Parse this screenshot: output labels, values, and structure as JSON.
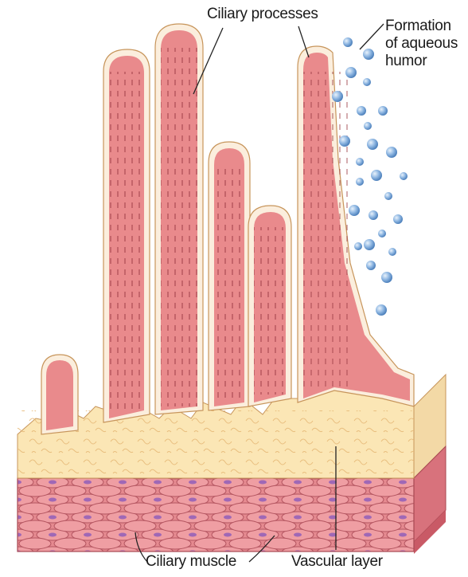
{
  "labels": {
    "ciliary_processes": "Ciliary processes",
    "formation": [
      "Formation",
      "of aqueous",
      "humor"
    ],
    "ciliary_muscle": "Ciliary muscle",
    "vascular_layer": "Vascular layer"
  },
  "colors": {
    "vascular_stroma": "#fbe6b5",
    "process_core": "#e98a8c",
    "epithelium": "#fbeedd",
    "muscle": "#e07f88",
    "aqueous_droplet": "#8fb7e2"
  },
  "icons": {
    "droplets": "aqueous-humor-droplet-icon"
  }
}
